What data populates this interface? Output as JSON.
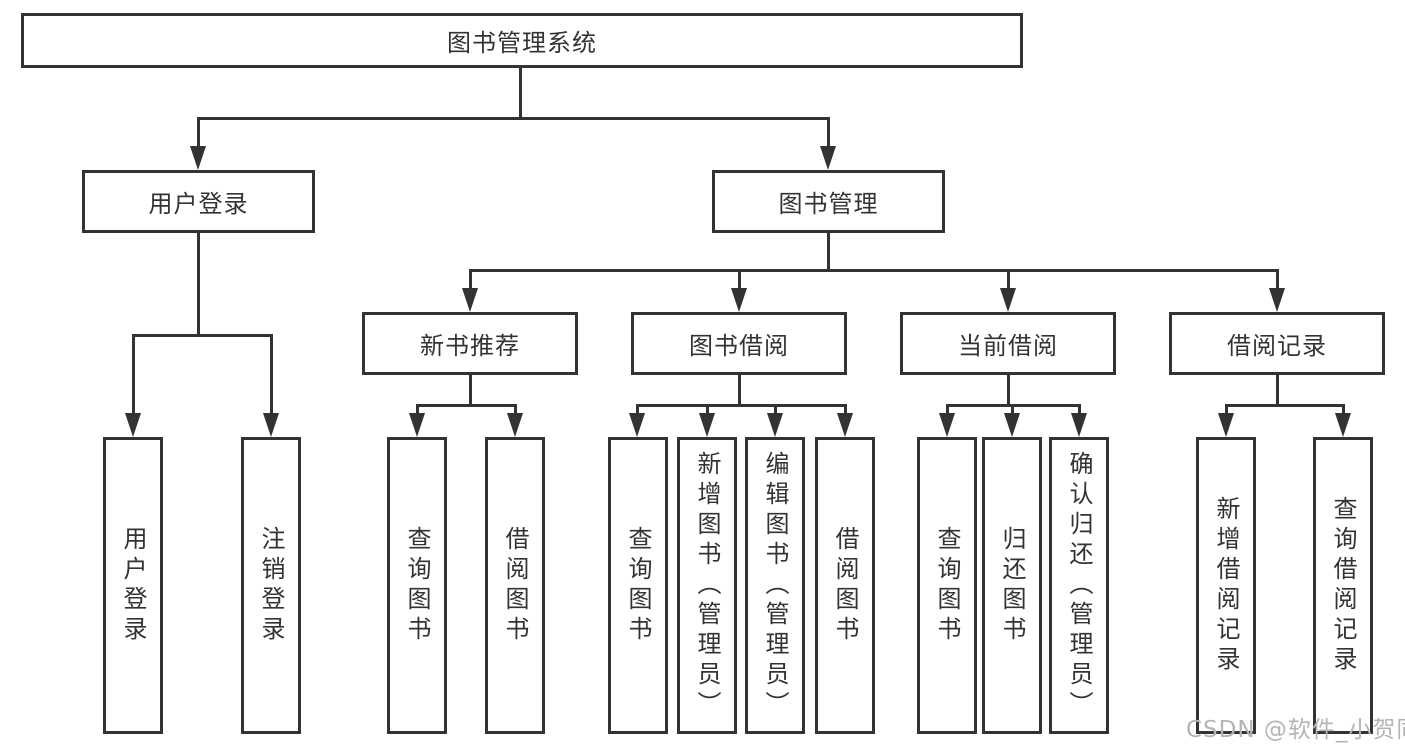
{
  "colors": {
    "line": "#333333",
    "text": "#333333",
    "watermark": "#b5b5b5",
    "background": "#ffffff"
  },
  "watermark": {
    "text": "CSDN @软件_小贺同学"
  },
  "tree": {
    "root": {
      "label": "图书管理系统",
      "children": [
        {
          "label": "用户登录",
          "children": [
            {
              "label": "用户登录"
            },
            {
              "label": "注销登录"
            }
          ]
        },
        {
          "label": "图书管理",
          "children": [
            {
              "label": "新书推荐",
              "children": [
                {
                  "label": "查询图书"
                },
                {
                  "label": "借阅图书"
                }
              ]
            },
            {
              "label": "图书借阅",
              "children": [
                {
                  "label": "查询图书"
                },
                {
                  "label": "新增图书（管理员）"
                },
                {
                  "label": "编辑图书（管理员）"
                },
                {
                  "label": "借阅图书"
                }
              ]
            },
            {
              "label": "当前借阅",
              "children": [
                {
                  "label": "查询图书"
                },
                {
                  "label": "归还图书"
                },
                {
                  "label": "确认归还（管理员）"
                }
              ]
            },
            {
              "label": "借阅记录",
              "children": [
                {
                  "label": "新增借阅记录"
                },
                {
                  "label": "查询借阅记录"
                }
              ]
            }
          ]
        }
      ]
    }
  }
}
